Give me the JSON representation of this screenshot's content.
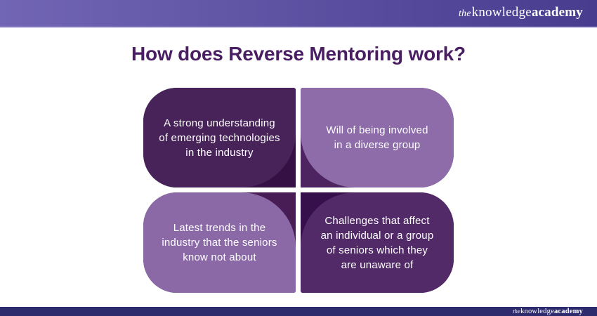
{
  "brand": {
    "prefix": "the",
    "word1": "knowledge",
    "word2": "academy"
  },
  "title": "How does Reverse Mentoring work?",
  "cards": [
    {
      "position": "top-left",
      "lines": [
        "A strong understanding",
        "of emerging technologies",
        "in the industry"
      ],
      "body_color": "#48235A",
      "wedge_color": "#351044"
    },
    {
      "position": "top-right",
      "lines": [
        "Will of being involved",
        "in a diverse group"
      ],
      "body_color": "#8D6CA9",
      "wedge_color": "#4E2460"
    },
    {
      "position": "bottom-left",
      "lines": [
        "Latest trends in the",
        "industry that the seniors",
        "know not about"
      ],
      "body_color": "#8A69A6",
      "wedge_color": "#481D56"
    },
    {
      "position": "bottom-right",
      "lines": [
        "Challenges that affect",
        "an individual or a group",
        "of seniors which they",
        "are unaware of"
      ],
      "body_color": "#512A67",
      "wedge_color": "#36104A"
    }
  ],
  "colors": {
    "header_gradient_left": "#7165B4",
    "header_gradient_right": "#483C8F",
    "header_underline": "#C9C4E8",
    "title": "#4A1E63",
    "footer_bg": "#2D2B6E",
    "logo_text": "#FFFFFF",
    "page_bg": "#FFFFFF"
  }
}
